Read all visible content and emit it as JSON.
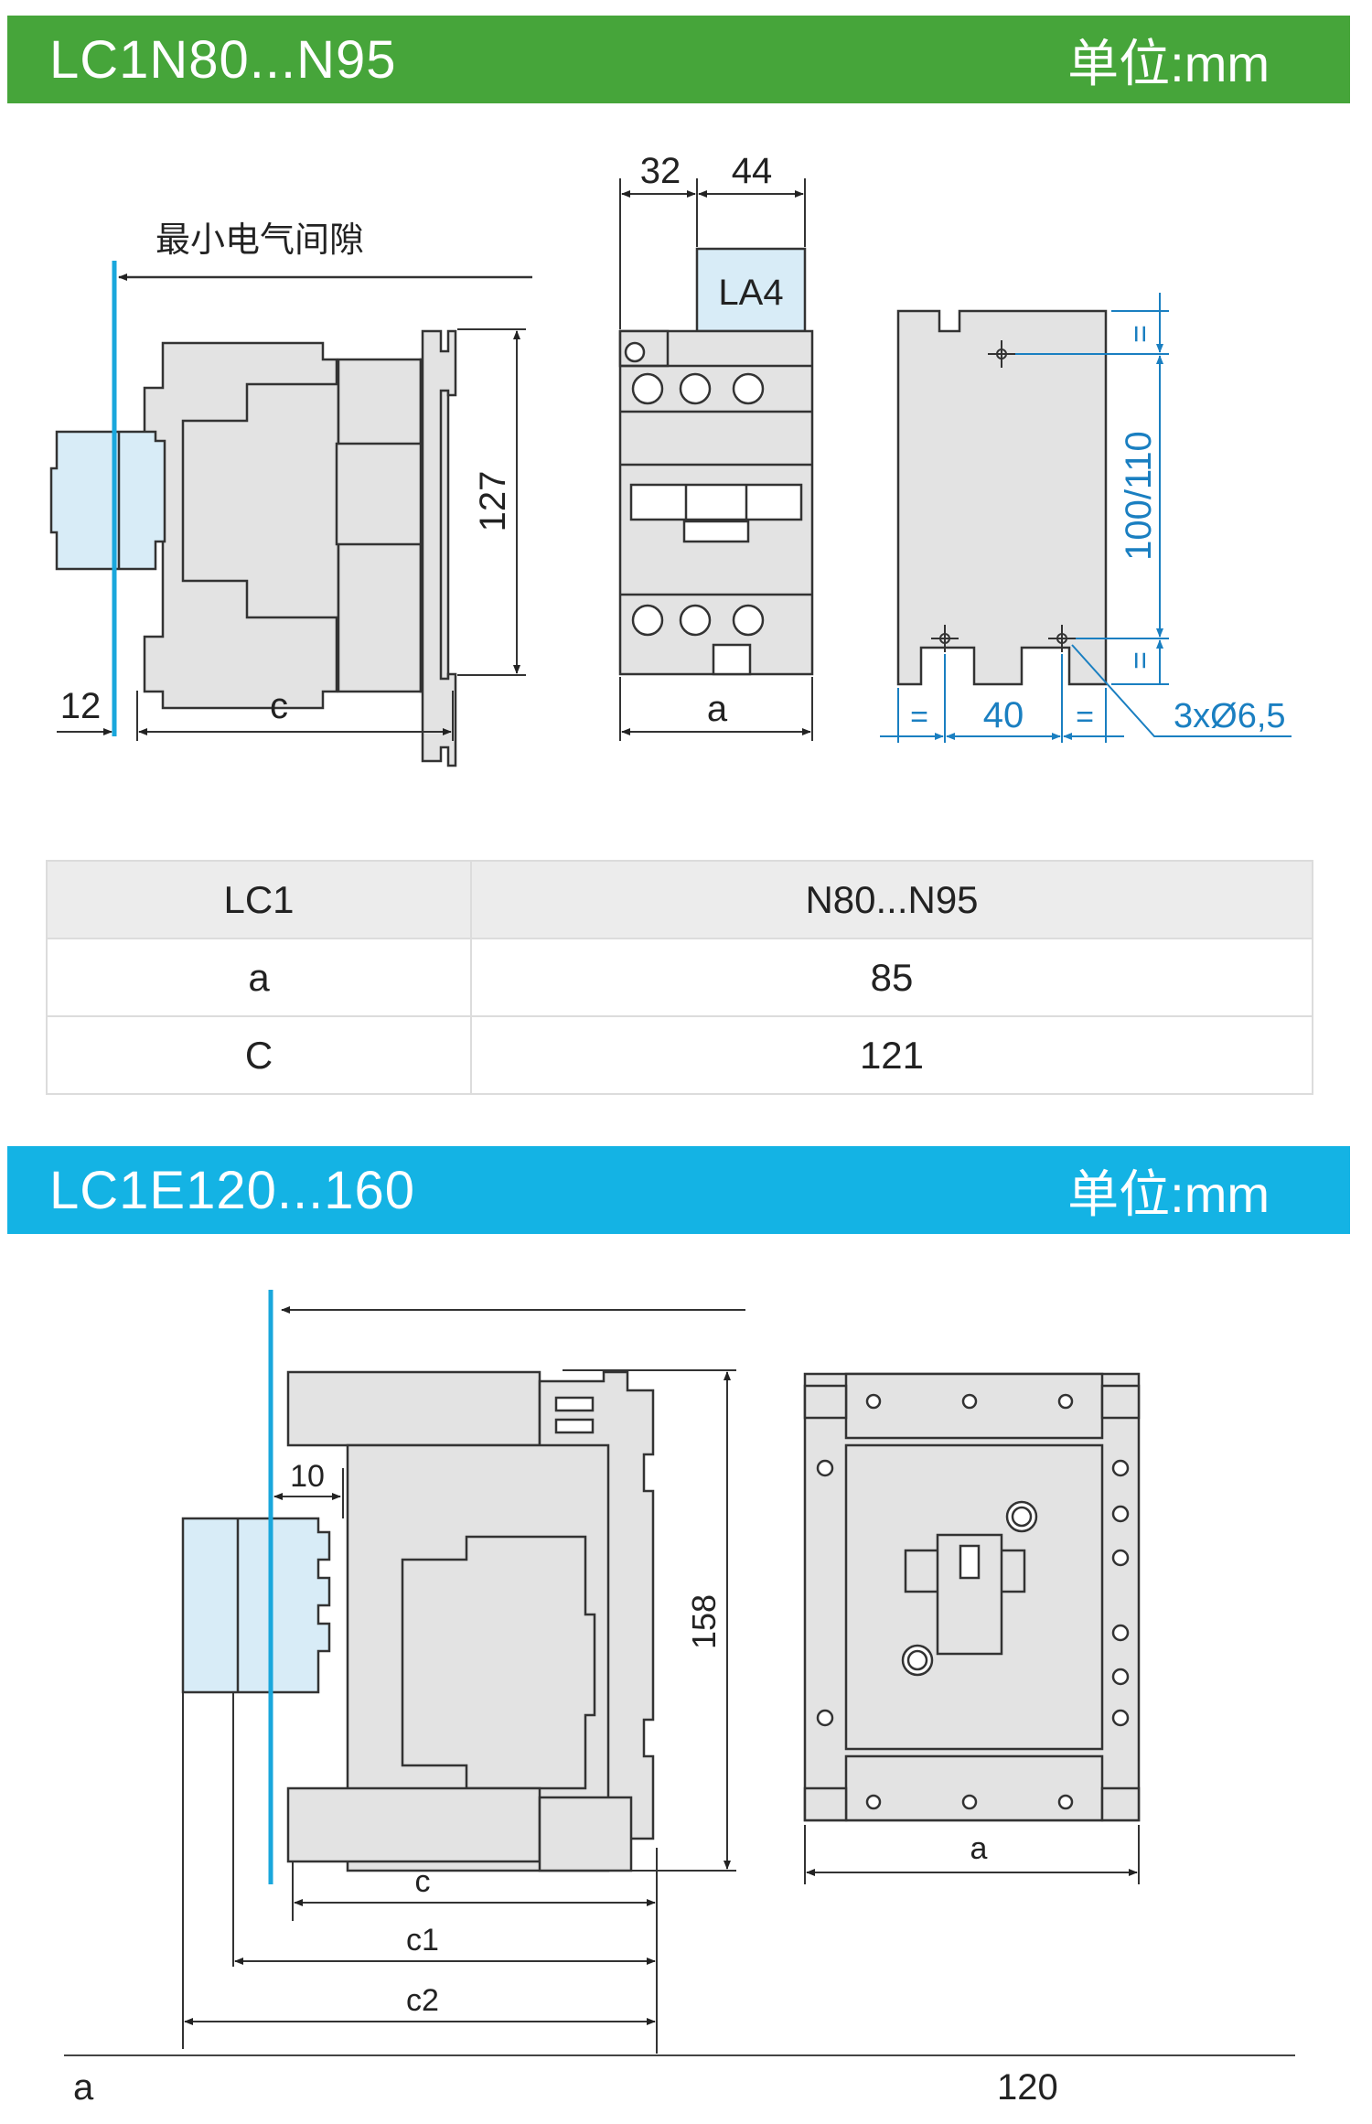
{
  "section1": {
    "title": "LC1N80...N95",
    "unit": "单位:mm",
    "drawing": {
      "clearance_label": "最小电气间隙",
      "dim_12": "12",
      "dim_c": "c",
      "dim_127": "127",
      "dim_32": "32",
      "dim_44": "44",
      "la4_label": "LA4",
      "dim_a": "a",
      "dim_100_110": "100/110",
      "eq_mark": "=",
      "dim_40": "40",
      "holes": "3xØ6,5"
    },
    "table": {
      "header": [
        "LC1",
        "N80...N95"
      ],
      "rows": [
        [
          "a",
          "85"
        ],
        [
          "C",
          "121"
        ]
      ]
    }
  },
  "section2": {
    "title": "LC1E120...160",
    "unit": "单位:mm",
    "drawing": {
      "dim_10": "10",
      "dim_158": "158",
      "dim_c": "c",
      "dim_c1": "c1",
      "dim_c2": "c2",
      "dim_a": "a"
    },
    "table_partial": {
      "label": "a",
      "value": "120"
    }
  },
  "colors": {
    "green_banner": "#46a53a",
    "blue_banner": "#14b3e4",
    "part_gray": "#e3e3e3",
    "part_blue": "#d8ecf7",
    "clearance_line": "#1aa7dc",
    "dimension_blue": "#1a7fc1"
  }
}
